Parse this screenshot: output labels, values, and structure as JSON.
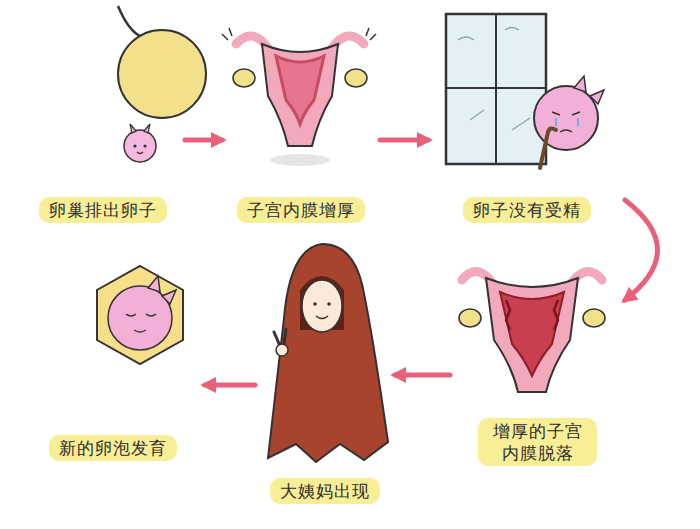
{
  "diagram": {
    "nodes": [
      {
        "text": [
          "卵巢排出卵子"
        ]
      },
      {
        "text": [
          "子宫内膜增厚"
        ]
      },
      {
        "text": [
          "卵子没有受精"
        ]
      },
      {
        "text": [
          "增厚的子宫 内膜脱落"
        ]
      },
      {
        "text": [
          "大姨妈出现"
        ]
      },
      {
        "text": [
          "新的卵泡发育"
        ]
      }
    ],
    "edges": [
      {
        "from": 0,
        "to": 1,
        "arrow": "to"
      },
      {
        "from": 1,
        "to": 2,
        "arrow": "to"
      },
      {
        "from": 2,
        "to": 3,
        "arrow": "to"
      },
      {
        "from": 3,
        "to": 4,
        "arrow": "to"
      },
      {
        "from": 4,
        "to": 5,
        "arrow": "to"
      }
    ]
  }
}
